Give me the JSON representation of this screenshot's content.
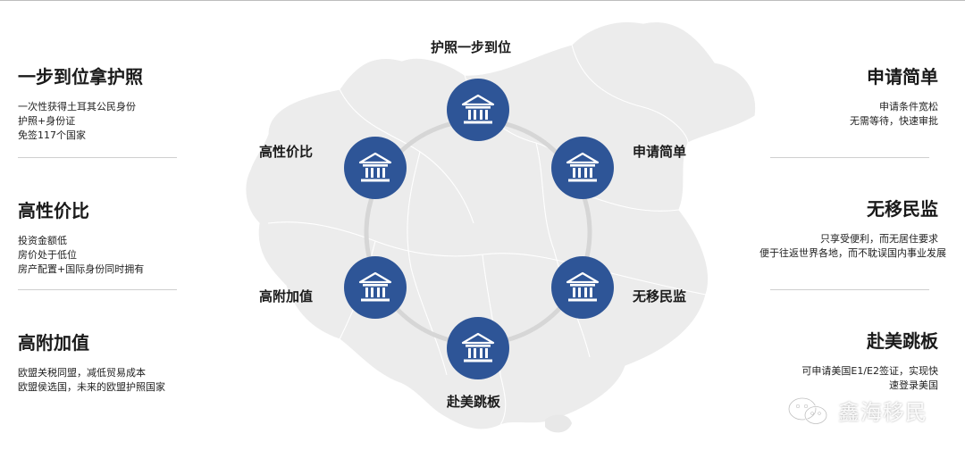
{
  "diagram": {
    "nodes": [
      {
        "label": "护照一步到位"
      },
      {
        "label": "申请简单"
      },
      {
        "label": "无移民监"
      },
      {
        "label": "赴美跳板"
      },
      {
        "label": "高附加值"
      },
      {
        "label": "高性价比"
      }
    ]
  },
  "left_blocks": [
    {
      "title": "一步到位拿护照",
      "lines": [
        "一次性获得土耳其公民身份",
        "护照+身份证",
        "免签117个国家"
      ]
    },
    {
      "title": "高性价比",
      "lines": [
        "投资金额低",
        "房价处于低位",
        "房产配置+国际身份同时拥有"
      ]
    },
    {
      "title": "高附加值",
      "lines": [
        "欧盟关税同盟，减低贸易成本",
        "欧盟侯选国，未来的欧盟护照国家"
      ]
    }
  ],
  "right_blocks": [
    {
      "title": "申请简单",
      "lines": [
        "申请条件宽松",
        "无需等待，快速审批"
      ]
    },
    {
      "title": "无移民监",
      "lines": [
        "只享受便利，而无居住要求",
        "便于往返世界各地，而不耽误国内事业发展"
      ]
    },
    {
      "title": "赴美跳板",
      "lines": [
        "可申请美国E1/E2签证，实现快",
        "速登录美国"
      ]
    }
  ],
  "watermark": {
    "text": "鑫海移民",
    "icon": "wechat-icon"
  },
  "colors": {
    "node_fill": "#2e5597",
    "ring": "#d6d6d6",
    "map": "#ececec"
  }
}
